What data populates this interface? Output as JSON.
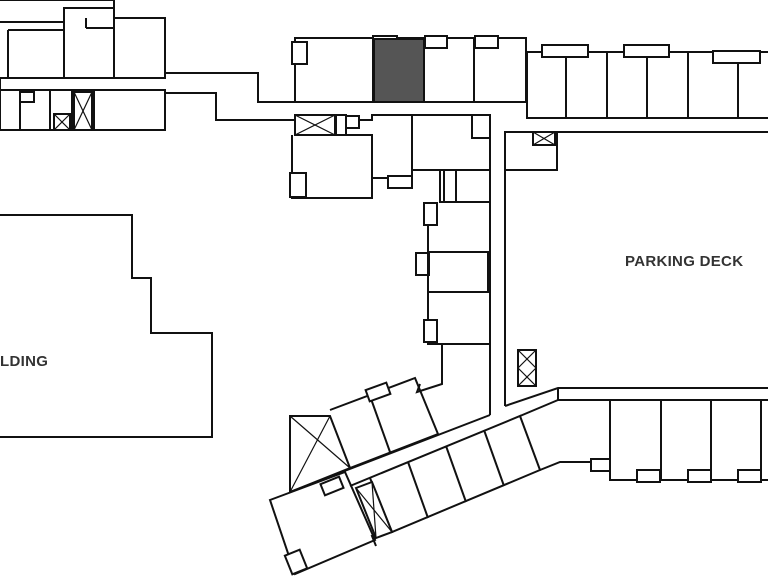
{
  "labels": {
    "parking_deck": "PARKING DECK",
    "building": "LDING"
  },
  "colors": {
    "wall": "#111111",
    "highlighted_unit": "#555555",
    "background": "#ffffff",
    "label_text": "#333333"
  },
  "highlighted_unit": {
    "state": "selected"
  }
}
